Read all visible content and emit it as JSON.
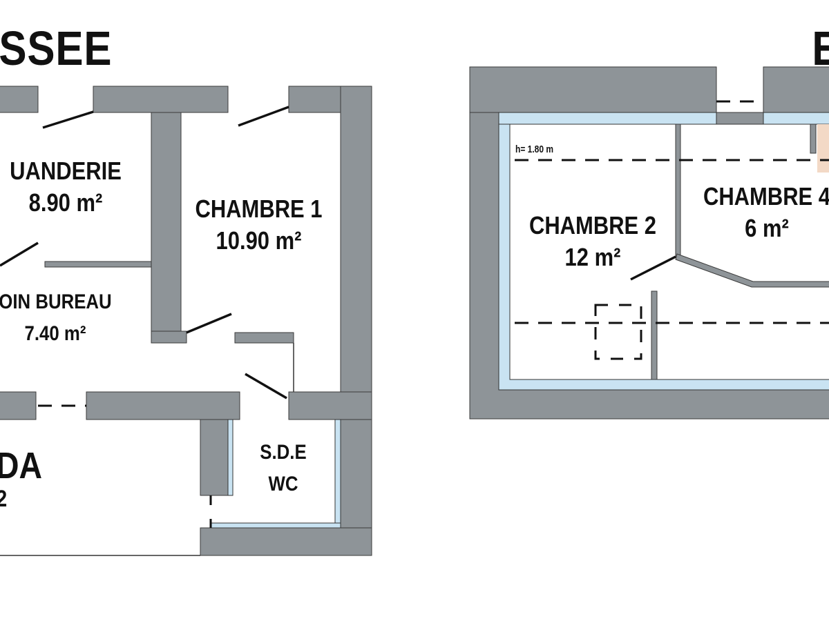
{
  "ground_floor": {
    "title": "SSEE",
    "rooms": [
      {
        "name": "UANDERIE",
        "area": "8.90 m²"
      },
      {
        "name": "CHAMBRE 1",
        "area": "10.90 m²"
      },
      {
        "name": "OIN BUREAU",
        "area": "7.40 m²"
      },
      {
        "name": "DA",
        "area": "2"
      },
      {
        "name": "S.D.E",
        "area": "WC"
      }
    ]
  },
  "upper_floor": {
    "title": "E",
    "height_note": "h= 1.80 m",
    "rooms": [
      {
        "name": "CHAMBRE 2",
        "area": "12 m²"
      },
      {
        "name": "CHAMBRE 4",
        "area": "6 m²"
      }
    ]
  },
  "colors": {
    "wall": "#8e9498",
    "lining": "#c9e3f2"
  }
}
